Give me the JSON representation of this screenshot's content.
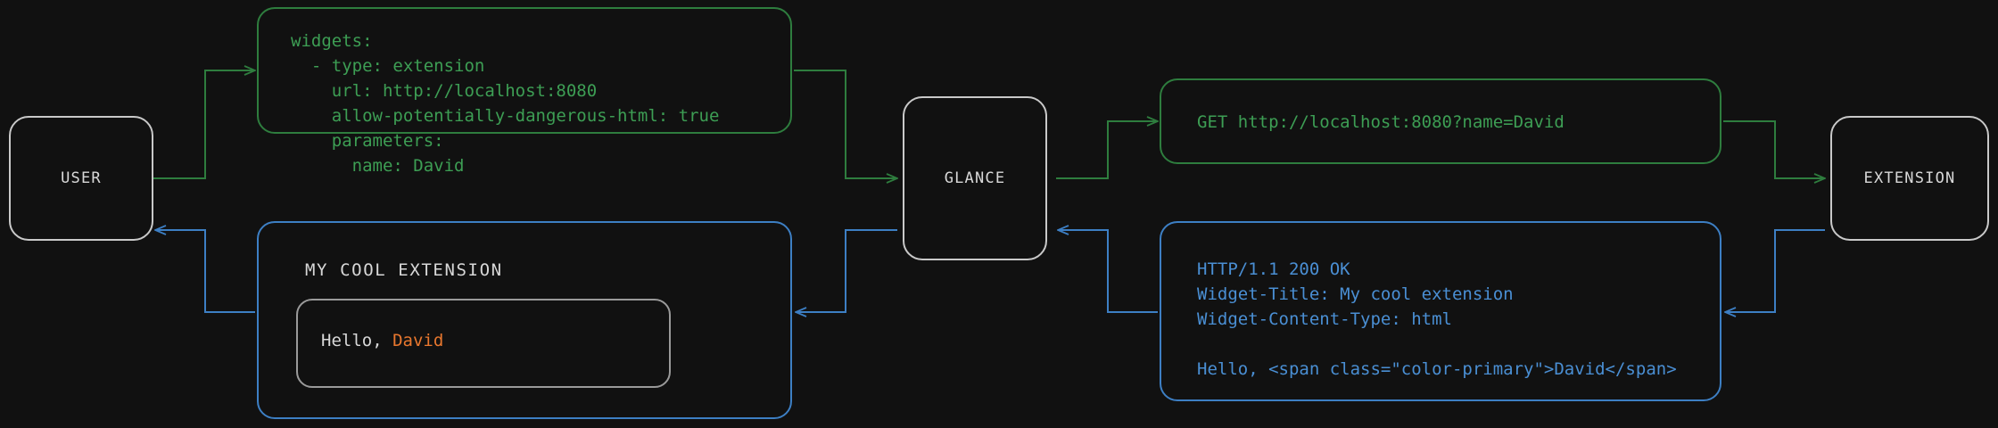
{
  "diagram": {
    "background_color": "#111111",
    "colors": {
      "request_green": "#3d9e54",
      "response_blue": "#4a8fd4",
      "node_border": "#c9c9c9",
      "node_text": "#d8d8d8",
      "accent_orange": "#e8772e"
    }
  },
  "nodes": {
    "user": {
      "label": "USER"
    },
    "glance": {
      "label": "GLANCE"
    },
    "extension": {
      "label": "EXTENSION"
    }
  },
  "panels": {
    "yaml_config": {
      "kind": "request",
      "text": "widgets:\n  - type: extension\n    url: http://localhost:8080\n    allow-potentially-dangerous-html: true\n    parameters:\n      name: David"
    },
    "http_request": {
      "kind": "request",
      "text": "GET http://localhost:8080?name=David"
    },
    "http_response": {
      "kind": "response",
      "text": "HTTP/1.1 200 OK\nWidget-Title: My cool extension\nWidget-Content-Type: html\n\nHello, <span class=\"color-primary\">David</span>"
    },
    "rendered_widget": {
      "kind": "response",
      "title": "MY COOL EXTENSION",
      "body_prefix": "Hello, ",
      "body_accent": "David"
    }
  },
  "edges": [
    {
      "name": "user-to-yaml",
      "kind": "request",
      "from": "user",
      "to": "yaml_config"
    },
    {
      "name": "yaml-to-glance",
      "kind": "request",
      "from": "yaml_config",
      "to": "glance"
    },
    {
      "name": "glance-to-http-request",
      "kind": "request",
      "from": "glance",
      "to": "http_request"
    },
    {
      "name": "http-request-to-extension",
      "kind": "request",
      "from": "http_request",
      "to": "extension"
    },
    {
      "name": "extension-to-http-response",
      "kind": "response",
      "from": "extension",
      "to": "http_response"
    },
    {
      "name": "http-response-to-glance",
      "kind": "response",
      "from": "http_response",
      "to": "glance"
    },
    {
      "name": "glance-to-rendered-widget",
      "kind": "response",
      "from": "glance",
      "to": "rendered_widget"
    },
    {
      "name": "rendered-widget-to-user",
      "kind": "response",
      "from": "rendered_widget",
      "to": "user"
    }
  ]
}
